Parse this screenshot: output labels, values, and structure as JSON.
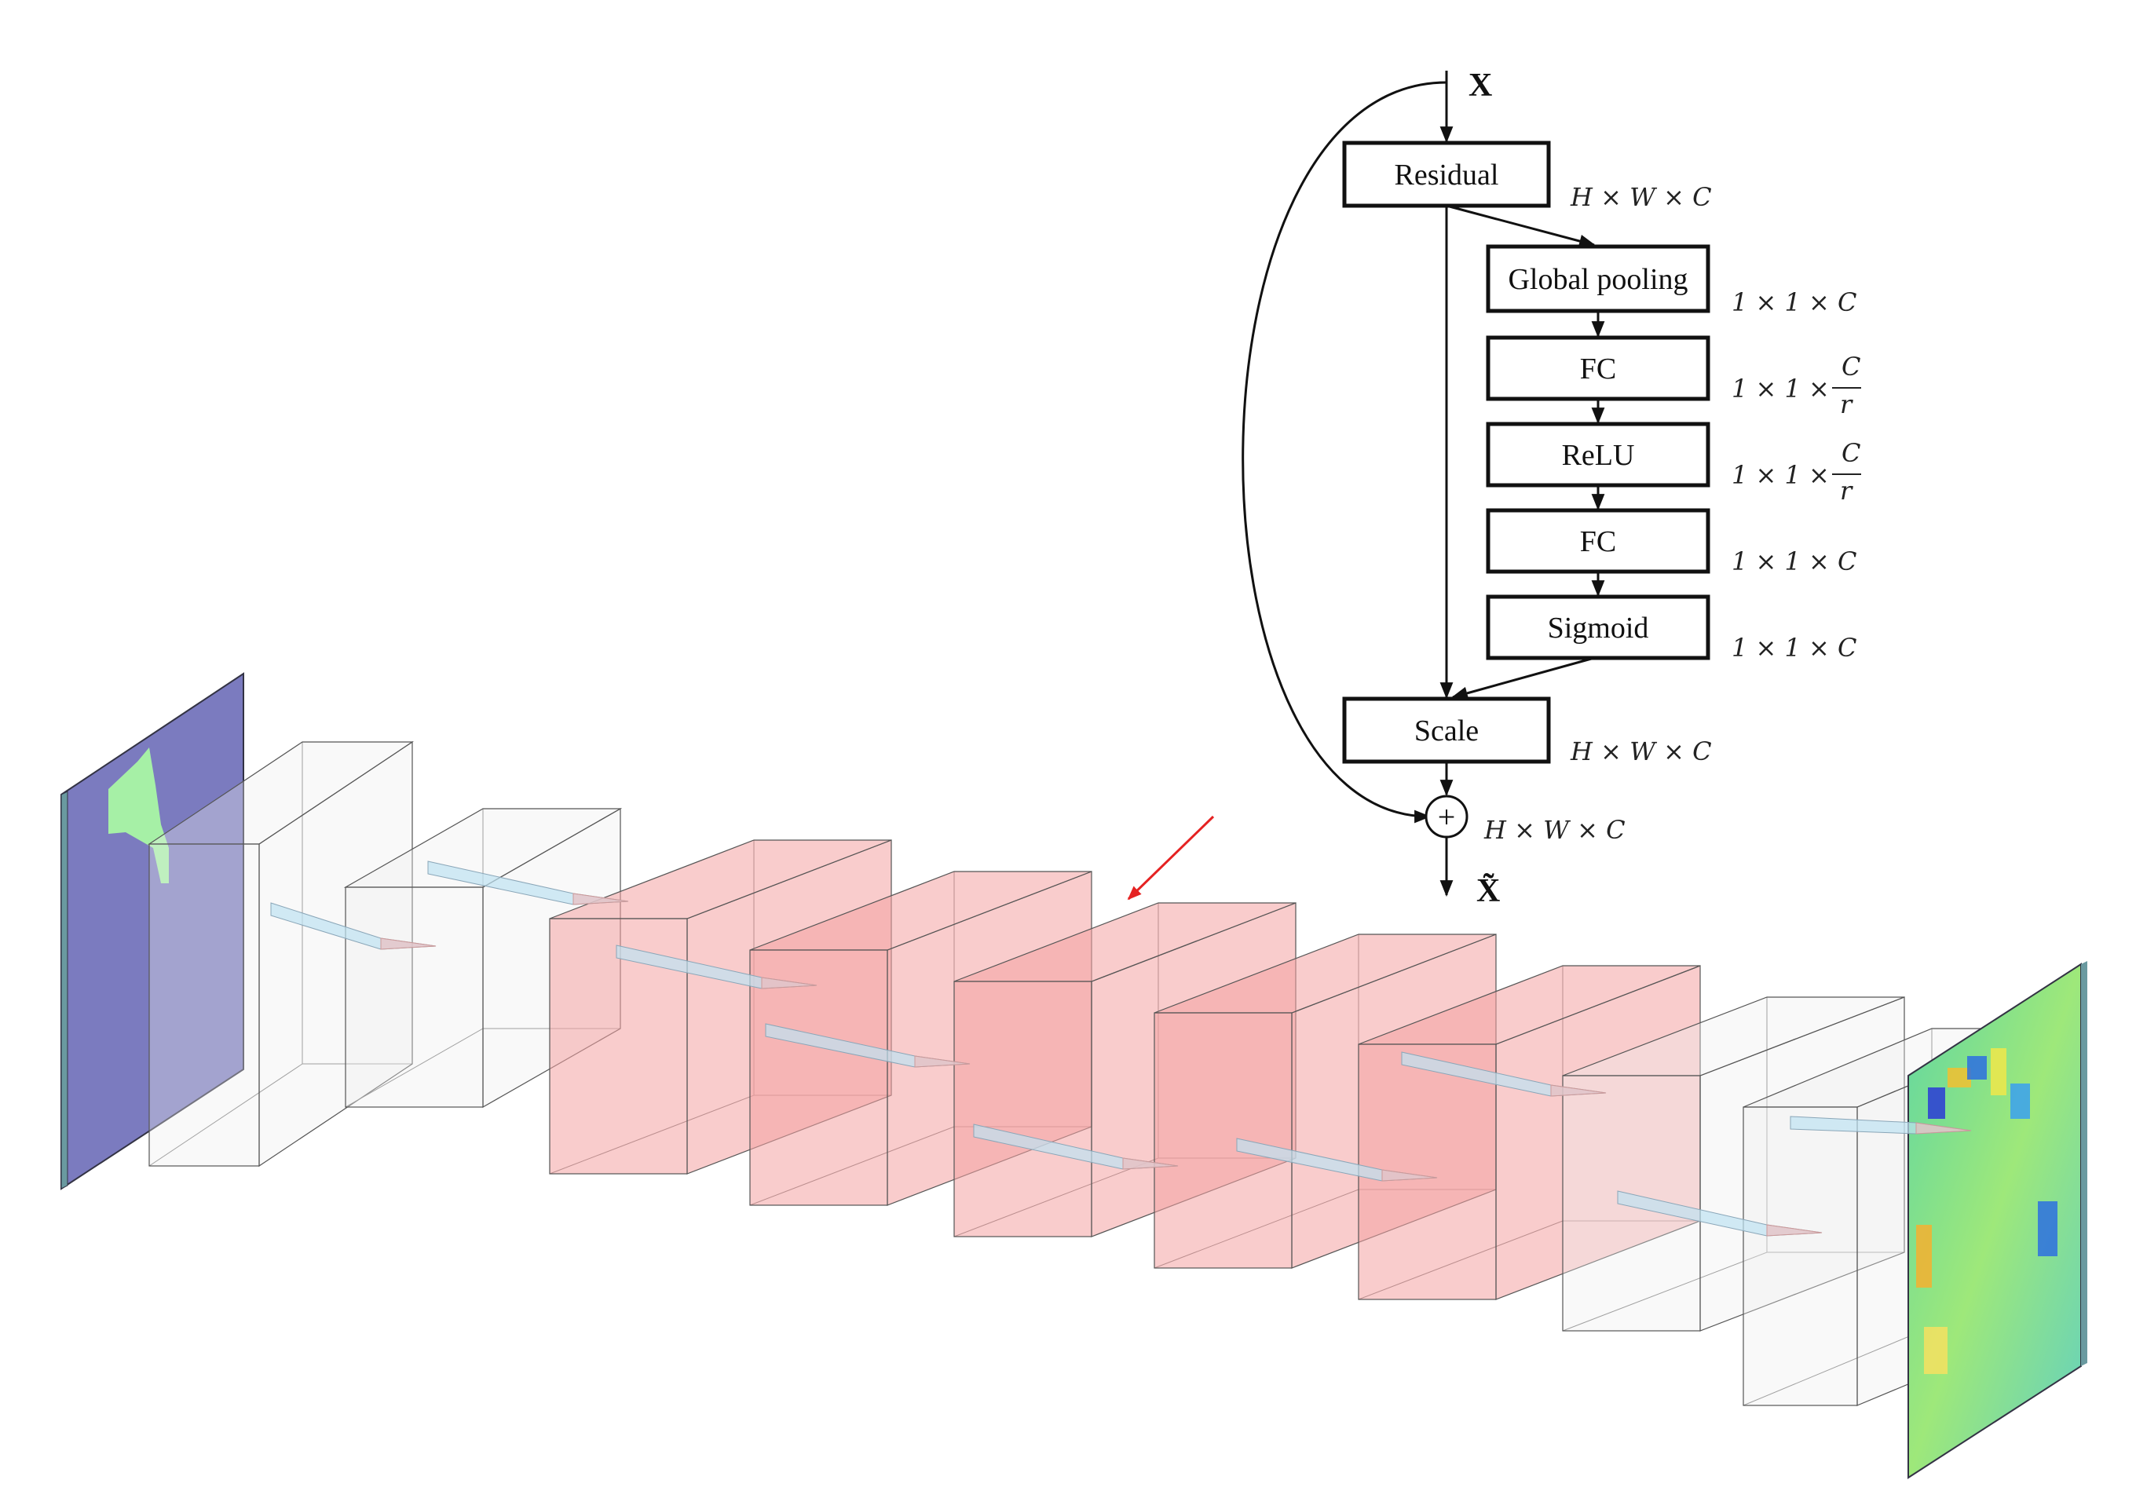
{
  "se_block": {
    "input_label": "X",
    "output_label": "X̃",
    "nodes": [
      {
        "id": "residual",
        "label": "Residual",
        "dim": "H × W × C"
      },
      {
        "id": "global-pooling",
        "label": "Global pooling",
        "dim": "1 × 1 × C"
      },
      {
        "id": "fc1",
        "label": "FC",
        "dim_prefix": "1 × 1 ×",
        "frac_num": "C",
        "frac_den": "r"
      },
      {
        "id": "relu",
        "label": "ReLU",
        "dim_prefix": "1 × 1 ×",
        "frac_num": "C",
        "frac_den": "r"
      },
      {
        "id": "fc2",
        "label": "FC",
        "dim": "1 × 1 × C"
      },
      {
        "id": "sigmoid",
        "label": "Sigmoid",
        "dim": "1 × 1 × C"
      },
      {
        "id": "scale",
        "label": "Scale",
        "dim": "H × W × C"
      }
    ],
    "sum_symbol": "+",
    "sum_dim": "H × W × C"
  },
  "network": {
    "input_map_colors": {
      "background": "#7b7bbf",
      "region": "#a6f0a6"
    },
    "block_colors": {
      "plain": "#eeeeee",
      "se": "#f4a3a3"
    },
    "layers": [
      "plain",
      "plain",
      "se",
      "se",
      "se",
      "se",
      "se",
      "plain",
      "plain"
    ],
    "arrow_color": "#e52222"
  }
}
